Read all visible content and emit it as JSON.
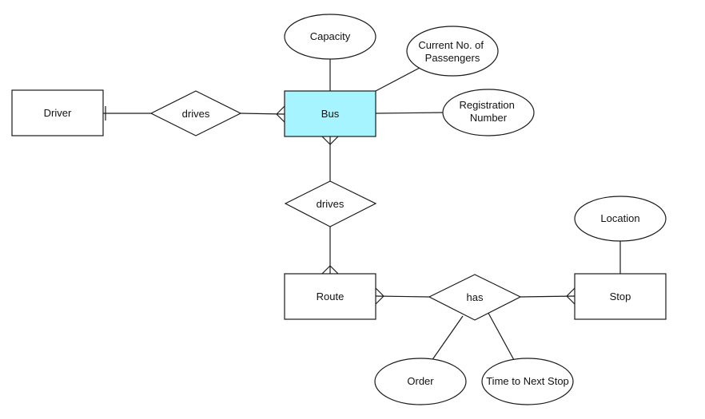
{
  "diagram": {
    "colors": {
      "stroke": "#1a1a1a",
      "fill": "#ffffff",
      "highlight": "#a6f4ff",
      "text": "#111111"
    },
    "entities": {
      "driver": {
        "label": "Driver"
      },
      "bus": {
        "label": "Bus",
        "highlighted": true
      },
      "route": {
        "label": "Route"
      },
      "stop": {
        "label": "Stop"
      }
    },
    "relationships": {
      "driver_bus": {
        "label": "drives"
      },
      "bus_route": {
        "label": "drives"
      },
      "route_stop": {
        "label": "has"
      }
    },
    "attributes": {
      "capacity": {
        "lines": [
          "Capacity"
        ]
      },
      "current_passengers": {
        "lines": [
          "Current No. of",
          "Passengers"
        ]
      },
      "registration_number": {
        "lines": [
          "Registration",
          "Number"
        ]
      },
      "location": {
        "lines": [
          "Location"
        ]
      },
      "order": {
        "lines": [
          "Order"
        ]
      },
      "time_to_next_stop": {
        "lines": [
          "Time to Next Stop"
        ]
      }
    },
    "connections": [
      {
        "from": "driver",
        "to": "driver_bus",
        "from_end": "one",
        "to_end": "none"
      },
      {
        "from": "driver_bus",
        "to": "bus",
        "from_end": "none",
        "to_end": "many"
      },
      {
        "from": "bus",
        "to": "bus_route",
        "from_end": "many",
        "to_end": "none"
      },
      {
        "from": "bus_route",
        "to": "route",
        "from_end": "none",
        "to_end": "many"
      },
      {
        "from": "route",
        "to": "route_stop",
        "from_end": "many",
        "to_end": "none"
      },
      {
        "from": "route_stop",
        "to": "stop",
        "from_end": "none",
        "to_end": "many"
      }
    ]
  }
}
